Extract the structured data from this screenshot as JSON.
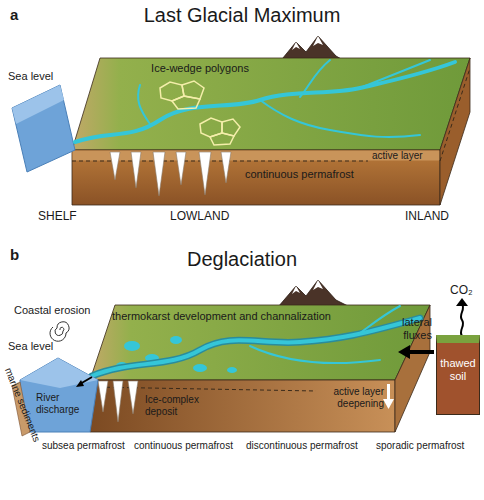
{
  "diagram": {
    "nodes": [
      {
        "text": [
          "thawed soil"
        ]
      }
    ],
    "labels": [
      "a",
      "Last Glacial Maximum",
      "Ice-wedge polygons",
      "Sea level",
      "active layer",
      "continuous permafrost",
      "SHELF",
      "LOWLAND",
      "INLAND",
      "b",
      "Deglaciation",
      "Coastal erosion",
      "Sea level",
      "thermokarst development and channalization",
      "CO₂",
      "lateral fluxes",
      "River discharge",
      "Ice-complex deposit",
      "active layer deepening",
      "marine sediments",
      "subsea permafrost",
      "continuous permafrost",
      "discontinuous permafrost",
      "sporadic permafrost"
    ]
  }
}
